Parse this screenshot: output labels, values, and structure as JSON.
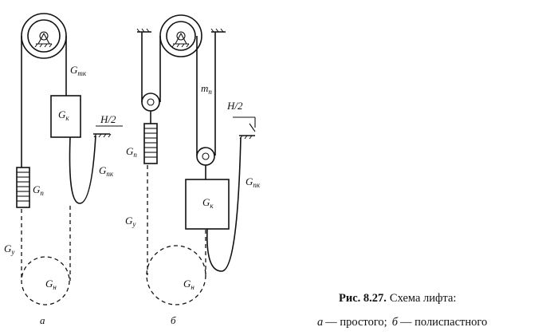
{
  "variant_a": {
    "marker": "а",
    "label_cable": "G",
    "label_cable_sub": "тк",
    "label_car": "G",
    "label_car_sub": "к",
    "label_half": "H/2",
    "label_hanging_cable": "G",
    "label_hanging_cable_sub": "пк",
    "label_counterweight": "G",
    "label_counterweight_sub": "п",
    "label_balance": "G",
    "label_balance_sub": "у",
    "label_tension": "G",
    "label_tension_sub": "н"
  },
  "variant_b": {
    "marker": "б",
    "label_rope": "m",
    "label_rope_sub": "п",
    "label_half": "H/2",
    "label_counterweight": "G",
    "label_counterweight_sub": "п",
    "label_car": "G",
    "label_car_sub": "к",
    "label_hanging_cable": "G",
    "label_hanging_cable_sub": "пк",
    "label_balance": "G",
    "label_balance_sub": "у",
    "label_tension": "G",
    "label_tension_sub": "н"
  },
  "caption": {
    "figure_number": "Рис. 8.27.",
    "title": "Схема лифта:",
    "letter_a": "а",
    "text_a": "— простого;",
    "letter_b": "б",
    "text_b": "— полиспастного"
  }
}
